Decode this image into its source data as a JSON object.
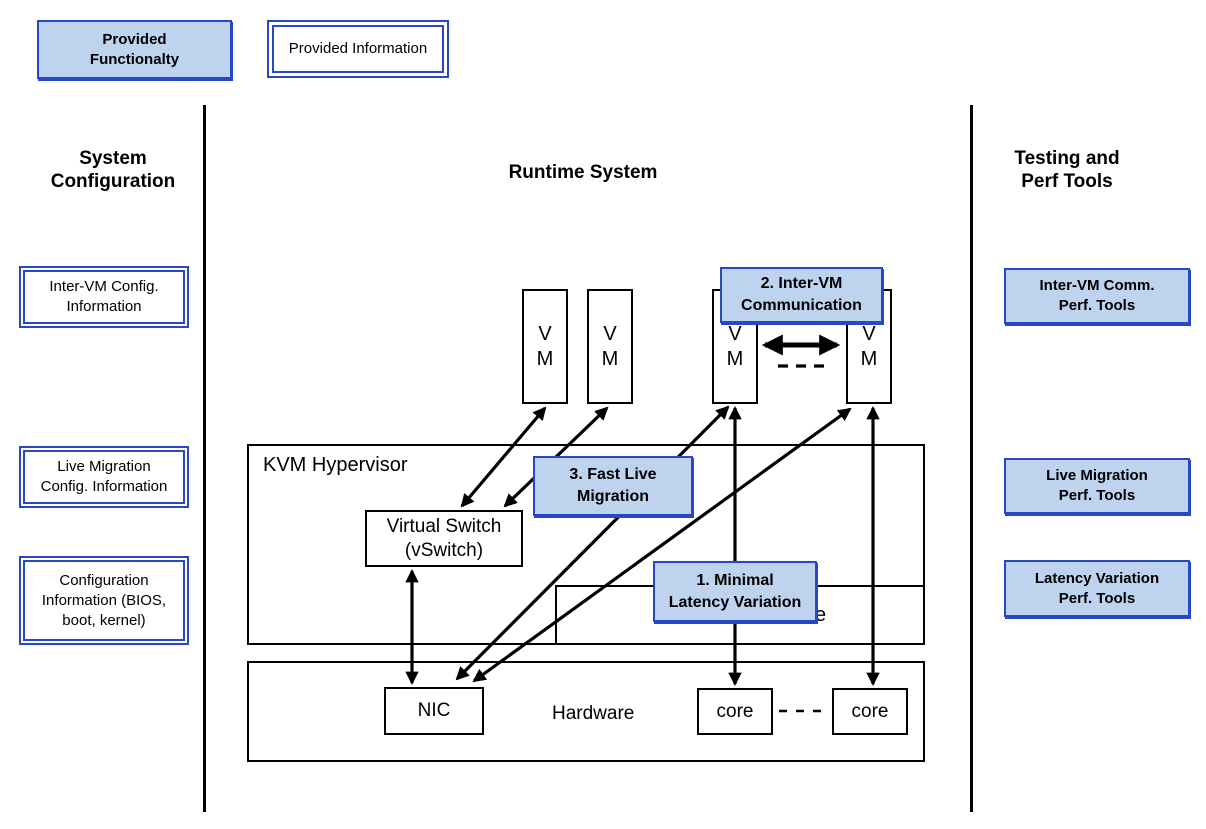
{
  "legend": {
    "functionality_label": "Provided\nFunctionalty",
    "information_label": "Provided Information"
  },
  "left_column": {
    "title": "System\nConfiguration",
    "boxes": [
      "Inter-VM Config.\nInformation",
      "Live Migration\nConfig. Information",
      "Configuration\nInformation (BIOS,\nboot, kernel)"
    ]
  },
  "center_column": {
    "title": "Runtime System",
    "hypervisor_label": "KVM Hypervisor",
    "vswitch_label": "Virtual Switch\n(vSwitch)",
    "nic_label": "NIC",
    "hardware_label": "Hardware",
    "core_labels": [
      "core",
      "core"
    ],
    "vm_labels": [
      "V\nM",
      "V\nM",
      "V\nM",
      "V\nM"
    ],
    "partial_hidden_text": "e",
    "overlays": {
      "inter_vm_communication": "2. Inter-VM\nCommunication",
      "fast_live_migration": "3. Fast Live\nMigration",
      "minimal_latency_variation": "1. Minimal\nLatency Variation"
    }
  },
  "right_column": {
    "title": "Testing and\nPerf Tools",
    "boxes": [
      "Inter-VM Comm.\nPerf. Tools",
      "Live Migration\nPerf. Tools",
      "Latency Variation\nPerf. Tools"
    ]
  },
  "colors": {
    "box_fill": "#bdd3ee",
    "box_border": "#2746c8",
    "line_color": "#000000"
  }
}
